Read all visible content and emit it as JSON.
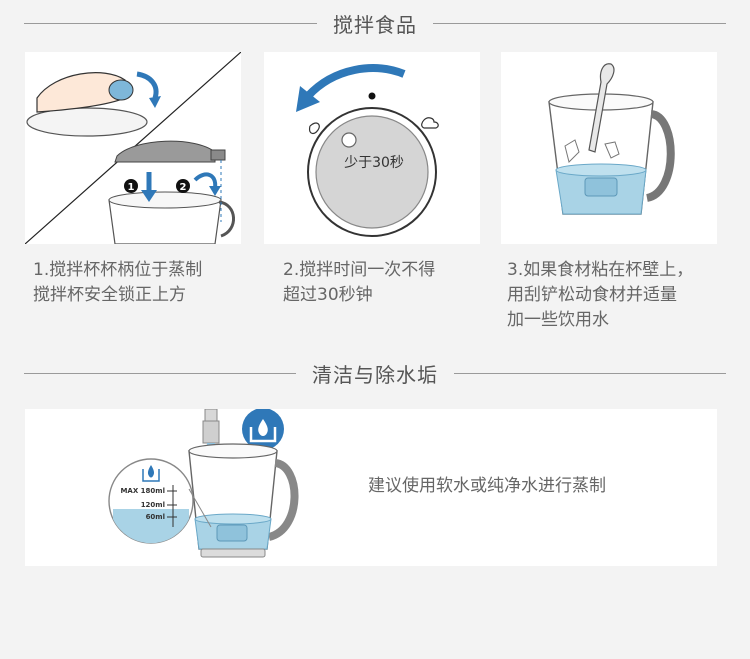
{
  "sections": {
    "blend_title": "搅拌食品",
    "clean_title": "清洁与除水垢"
  },
  "steps": [
    {
      "caption_line1": "1.搅拌杯杯柄位于蒸制",
      "caption_line2": "搅拌杯安全锁正上方",
      "caption_line3": ""
    },
    {
      "caption_line1": "2.搅拌时间一次不得",
      "caption_line2": "超过30秒钟",
      "caption_line3": ""
    },
    {
      "caption_line1": "3.如果食材粘在杯壁上，",
      "caption_line2": "用刮铲松动食材并适量",
      "caption_line3": "加一些饮用水"
    }
  ],
  "dial": {
    "label": "少于30秒"
  },
  "lock_steps": {
    "first": "1",
    "second": "2"
  },
  "water_gauge": {
    "max": "MAX 180ml",
    "mid": "120ml",
    "low": "60ml"
  },
  "clean_note": "建议使用软水或纯净水进行蒸制",
  "colors": {
    "accent_blue": "#2f78b8",
    "water_blue": "#a9d3e6",
    "line_gray": "#9a9a9a"
  }
}
